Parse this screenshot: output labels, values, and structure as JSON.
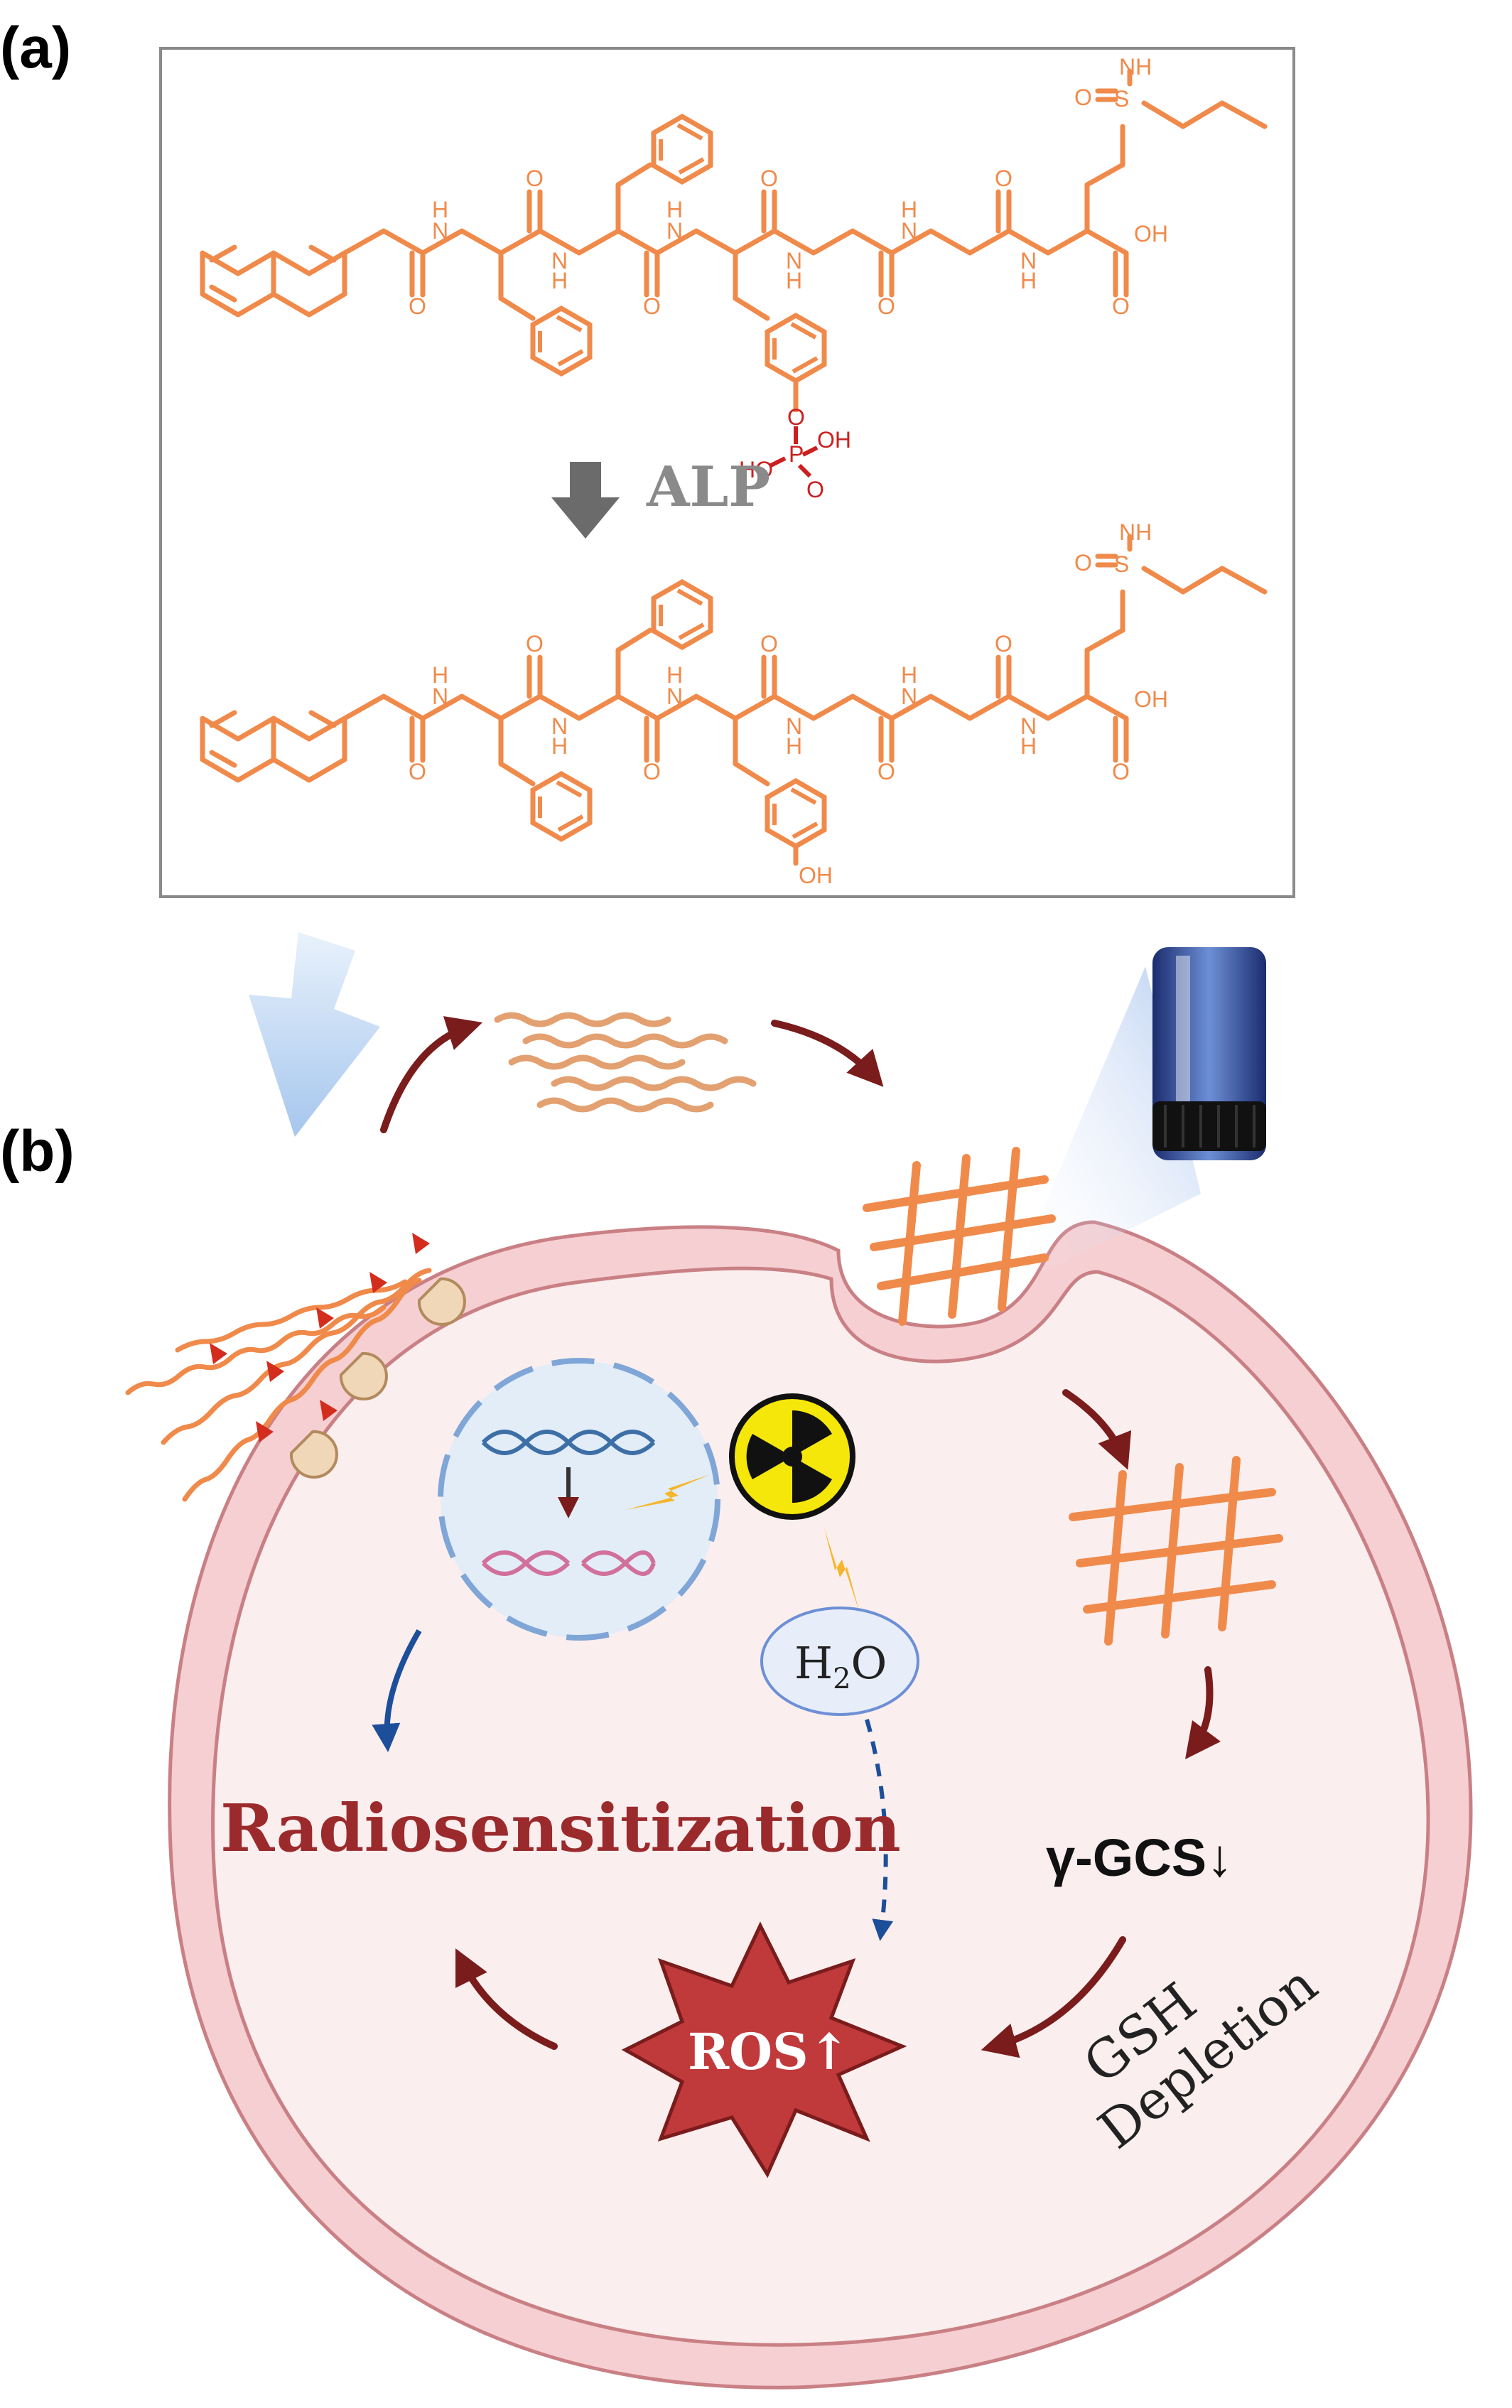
{
  "colors": {
    "molecule": "#f08a4b",
    "phosphate": "#cc1f1f",
    "cell_fill": "#fbeeee",
    "membrane": "#f4c2c4",
    "membrane_edge": "#c98085",
    "dark_red_arrow": "#7a1c1c",
    "ros_star": "#c0393b",
    "blue_arrow": "#1d4e9a"
  },
  "panel_a": {
    "label": "(a)",
    "enzyme": "ALP",
    "atoms": {
      "nh": "NH",
      "s": "S",
      "o": "O",
      "h": "H",
      "n": "N",
      "oh": "OH",
      "ho": "HO",
      "p": "P"
    }
  },
  "panel_b": {
    "label": "(b)",
    "water_main": "H",
    "water_sub": "2",
    "water_end": "O",
    "radiosensitization": "Radiosensitization",
    "gamma_gcs": "γ-GCS↓",
    "ros": "ROS↑",
    "gsh_line1": "GSH",
    "gsh_line2": "Depletion"
  }
}
